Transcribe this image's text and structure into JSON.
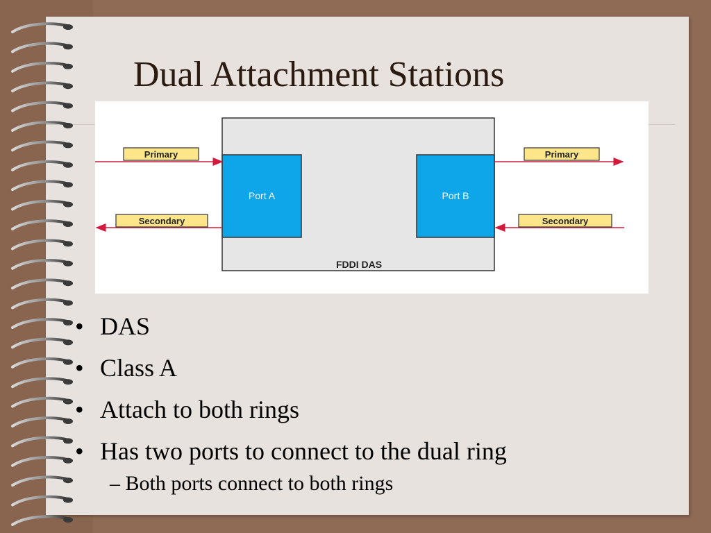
{
  "slide": {
    "title": "Dual Attachment Stations",
    "bullets": [
      "DAS",
      "Class A",
      "Attach to both rings",
      "Has two ports to connect to the dual ring"
    ],
    "sub_bullet": "Both ports connect to both rings"
  },
  "figure": {
    "left_primary_label": "Primary",
    "left_secondary_label": "Secondary",
    "right_primary_label": "Primary",
    "right_secondary_label": "Secondary",
    "port_a_label": "Port A",
    "port_b_label": "Port B",
    "device_label": "FDDI DAS"
  },
  "colors": {
    "background": "#8f6a55",
    "slide": "#e8e2de",
    "port": "#0ea5e9",
    "label_box": "#fde68a",
    "arrow": "#d11a3c"
  }
}
